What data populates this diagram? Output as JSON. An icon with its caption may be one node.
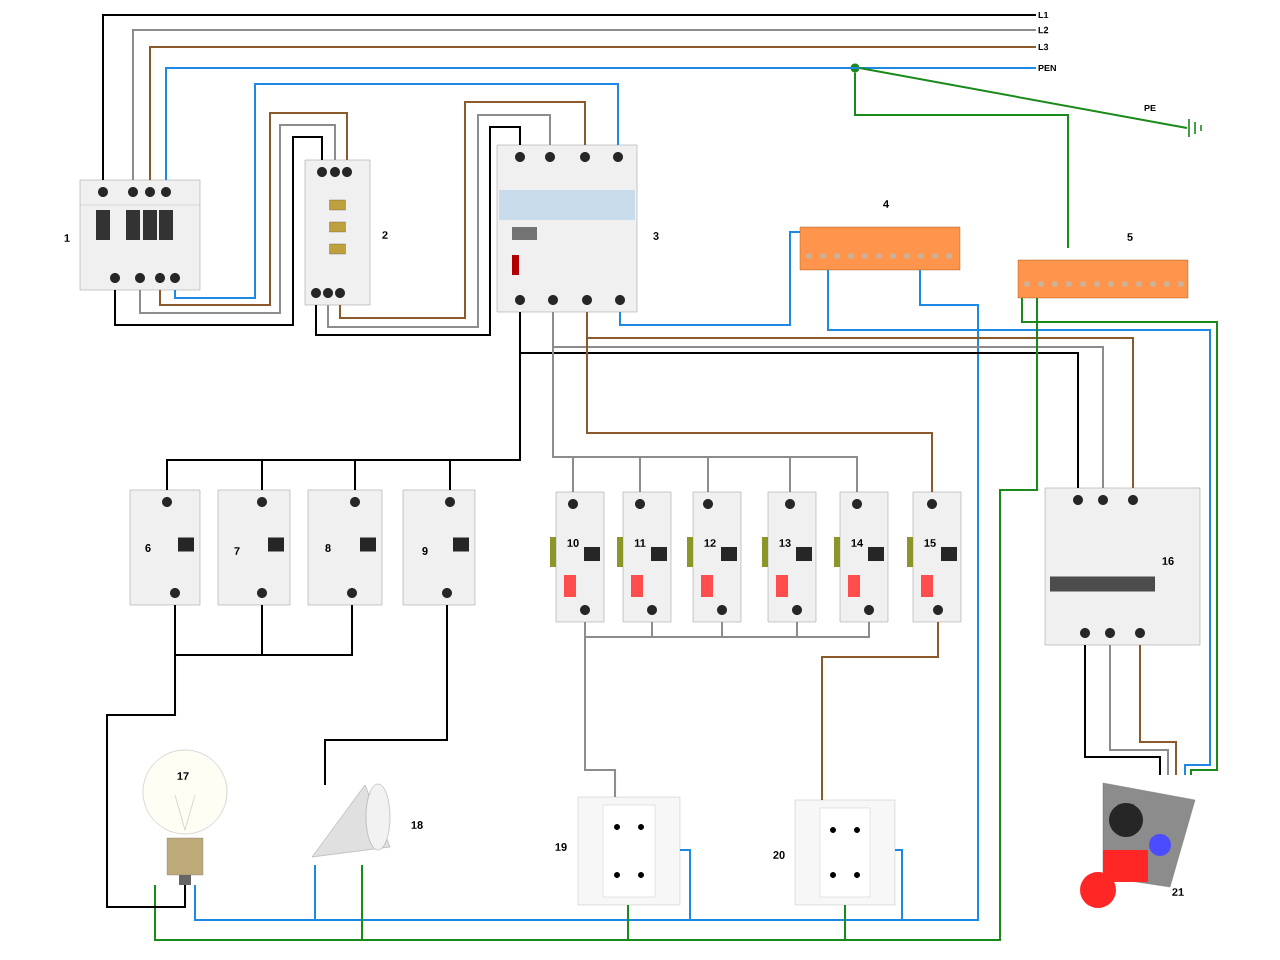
{
  "diagram": {
    "nodes": [
      {
        "text": [
          "L1"
        ]
      },
      {
        "text": [
          "L2"
        ]
      },
      {
        "text": [
          "L3"
        ]
      },
      {
        "text": [
          "PEN"
        ]
      },
      {
        "text": [],
        "shape": "circle"
      },
      {
        "text": [],
        "shape": "ground"
      },
      {
        "text": [],
        "shape": "picture",
        "beside": [
          "1"
        ]
      },
      {
        "text": [],
        "shape": "picture",
        "beside": [
          "2"
        ]
      },
      {
        "text": [],
        "shape": "picture",
        "beside": [
          "3"
        ]
      },
      {
        "text": [],
        "shape": "picture",
        "beside": [
          "4"
        ]
      },
      {
        "text": [],
        "shape": "picture",
        "beside": [
          "5"
        ]
      },
      {
        "text": [
          "6"
        ]
      },
      {
        "text": [
          "7"
        ]
      },
      {
        "text": [
          "8"
        ]
      },
      {
        "text": [
          "9"
        ]
      },
      {
        "text": [
          "10"
        ]
      },
      {
        "text": [
          "11"
        ]
      },
      {
        "text": [
          "12"
        ]
      },
      {
        "text": [
          "13"
        ]
      },
      {
        "text": [
          "14"
        ]
      },
      {
        "text": [
          "15"
        ]
      },
      {
        "text": [
          "16"
        ]
      },
      {
        "text": [
          "17"
        ]
      },
      {
        "text": [],
        "shape": "picture",
        "beside": [
          "18"
        ]
      },
      {
        "text": [],
        "shape": "picture",
        "beside": [
          "19"
        ]
      },
      {
        "text": [],
        "shape": "picture",
        "beside": [
          "20"
        ]
      },
      {
        "text": [
          "21"
        ]
      }
    ],
    "edges": [
      {
        "from": 0,
        "to": 6,
        "arrow": "none",
        "color": "#000000"
      },
      {
        "from": 1,
        "to": 6,
        "arrow": "none",
        "color": "#8c8c8c"
      },
      {
        "from": 2,
        "to": 6,
        "arrow": "none",
        "color": "#8b5a2b"
      },
      {
        "from": 3,
        "to": 6,
        "arrow": "none",
        "color": "#1e88e5"
      },
      {
        "from": 4,
        "to": 5,
        "arrow": "none",
        "color": "#1a8a1a",
        "label": "PE"
      },
      {
        "from": 4,
        "to": 10,
        "arrow": "none",
        "color": "#1a8a1a"
      },
      {
        "from": 6,
        "to": 8,
        "arrow": "none",
        "color": "#1e88e5"
      },
      {
        "from": 6,
        "to": 7,
        "arrow": "none",
        "color": "#8b5a2b"
      },
      {
        "from": 6,
        "to": 7,
        "arrow": "none",
        "color": "#8c8c8c"
      },
      {
        "from": 6,
        "to": 7,
        "arrow": "none",
        "color": "#000000"
      },
      {
        "from": 7,
        "to": 8,
        "arrow": "none",
        "color": "#8b5a2b"
      },
      {
        "from": 7,
        "to": 8,
        "arrow": "none",
        "color": "#8c8c8c"
      },
      {
        "from": 7,
        "to": 8,
        "arrow": "none",
        "color": "#000000"
      },
      {
        "from": 8,
        "to": 9,
        "arrow": "none",
        "color": "#1e88e5"
      },
      {
        "from": 9,
        "to": 26,
        "arrow": "none",
        "color": "#1e88e5"
      },
      {
        "from": 9,
        "to": 22,
        "arrow": "none",
        "color": "#1e88e5"
      },
      {
        "from": 9,
        "to": 23,
        "arrow": "none",
        "color": "#1e88e5"
      },
      {
        "from": 9,
        "to": 24,
        "arrow": "none",
        "color": "#1e88e5"
      },
      {
        "from": 9,
        "to": 25,
        "arrow": "none",
        "color": "#1e88e5"
      },
      {
        "from": 8,
        "to": 11,
        "arrow": "none",
        "color": "#000000"
      },
      {
        "from": 8,
        "to": 12,
        "arrow": "none",
        "color": "#000000"
      },
      {
        "from": 8,
        "to": 13,
        "arrow": "none",
        "color": "#000000"
      },
      {
        "from": 8,
        "to": 14,
        "arrow": "none",
        "color": "#000000"
      },
      {
        "from": 8,
        "to": 21,
        "arrow": "none",
        "color": "#000000"
      },
      {
        "from": 8,
        "to": 21,
        "arrow": "none",
        "color": "#8c8c8c"
      },
      {
        "from": 8,
        "to": 21,
        "arrow": "none",
        "color": "#8b5a2b"
      },
      {
        "from": 8,
        "to": 15,
        "arrow": "none",
        "color": "#8c8c8c"
      },
      {
        "from": 8,
        "to": 16,
        "arrow": "none",
        "color": "#8c8c8c"
      },
      {
        "from": 8,
        "to": 17,
        "arrow": "none",
        "color": "#8c8c8c"
      },
      {
        "from": 8,
        "to": 18,
        "arrow": "none",
        "color": "#8c8c8c"
      },
      {
        "from": 8,
        "to": 19,
        "arrow": "none",
        "color": "#8c8c8c"
      },
      {
        "from": 8,
        "to": 20,
        "arrow": "none",
        "color": "#8b5a2b"
      },
      {
        "from": 10,
        "to": 26,
        "arrow": "none",
        "color": "#1a8a1a"
      },
      {
        "from": 10,
        "to": 22,
        "arrow": "none",
        "color": "#1a8a1a"
      },
      {
        "from": 10,
        "to": 23,
        "arrow": "none",
        "color": "#1a8a1a"
      },
      {
        "from": 10,
        "to": 24,
        "arrow": "none",
        "color": "#1a8a1a"
      },
      {
        "from": 10,
        "to": 25,
        "arrow": "none",
        "color": "#1a8a1a"
      },
      {
        "from": 11,
        "to": 22,
        "arrow": "none",
        "color": "#000000"
      },
      {
        "from": 12,
        "to": 22,
        "arrow": "none",
        "color": "#000000"
      },
      {
        "from": 13,
        "to": 22,
        "arrow": "none",
        "color": "#000000"
      },
      {
        "from": 14,
        "to": 23,
        "arrow": "none",
        "color": "#000000"
      },
      {
        "from": 15,
        "to": 24,
        "arrow": "none",
        "color": "#8c8c8c"
      },
      {
        "from": 16,
        "to": 24,
        "arrow": "none",
        "color": "#8c8c8c"
      },
      {
        "from": 17,
        "to": 24,
        "arrow": "none",
        "color": "#8c8c8c"
      },
      {
        "from": 18,
        "to": 24,
        "arrow": "none",
        "color": "#8c8c8c"
      },
      {
        "from": 19,
        "to": 24,
        "arrow": "none",
        "color": "#8c8c8c"
      },
      {
        "from": 20,
        "to": 25,
        "arrow": "none",
        "color": "#8b5a2b"
      },
      {
        "from": 21,
        "to": 26,
        "arrow": "none",
        "color": "#000000"
      },
      {
        "from": 21,
        "to": 26,
        "arrow": "none",
        "color": "#8c8c8c"
      },
      {
        "from": 21,
        "to": 26,
        "arrow": "none",
        "color": "#8b5a2b"
      }
    ]
  }
}
